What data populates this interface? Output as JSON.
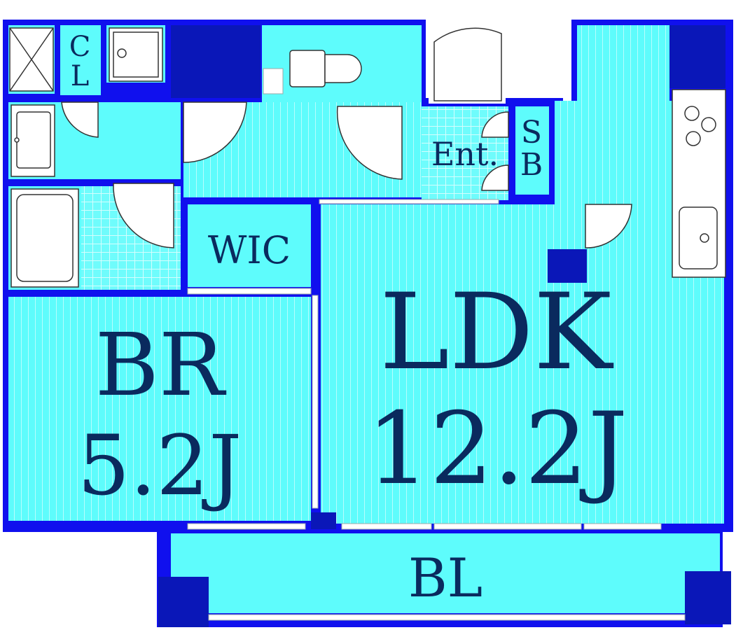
{
  "rooms": {
    "closet": "C\nL",
    "walk_in_closet": "WIC",
    "bedroom_name": "BR",
    "bedroom_size": "5.2J",
    "ldk_name": "LDK",
    "ldk_size": "12.2J",
    "entrance": "Ent.",
    "shoe_box": "S\nB",
    "balcony": "BL"
  },
  "colors": {
    "wall": "#1010ee",
    "floor": "#5efcfc",
    "text": "#0a2a5e",
    "column": "#0a17b8"
  }
}
